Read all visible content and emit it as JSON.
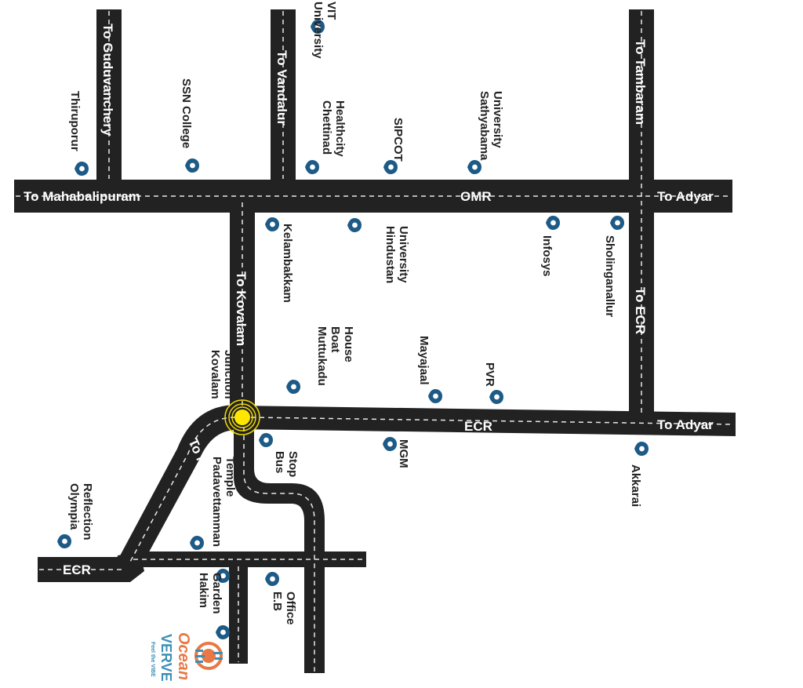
{
  "colors": {
    "road": "#222222",
    "road_dash": "#e8e8e8",
    "road_label": "#ffffff",
    "pin": "#1d5a86",
    "place_label": "#222222",
    "junction": "#ffe600",
    "logo_orange": "#e97844",
    "logo_blue": "#3a8fb7"
  },
  "roads": {
    "guduvanchery": "To Guduvanchery",
    "vandalur": "To Vandalur",
    "tambaram": "To Tambaram",
    "mahabalipuram_omr": "To Mahabalipuram",
    "omr": "OMR",
    "adyar_omr": "To Adyar",
    "kovalam": "To Kovalam",
    "to_ecr": "To ECR",
    "ecr_main": "ECR",
    "adyar_ecr": "To Adyar",
    "mahabalipuram_ecr": "To Mahabalipuram",
    "ecr_south": "ECR"
  },
  "places": {
    "vit": [
      "VIT",
      "University"
    ],
    "thiruporur": [
      "Thiruporur"
    ],
    "ssn": [
      "SSN College"
    ],
    "chettinad": [
      "Chettinad",
      "Healthcity"
    ],
    "sipcot": [
      "SIPCOT"
    ],
    "sathyabama": [
      "Sathyabama",
      "University"
    ],
    "kelambakkam": [
      "Kelambakkam"
    ],
    "hindustan": [
      "Hindustan",
      "University"
    ],
    "infosys": [
      "Infosys"
    ],
    "sholinganallur": [
      "Sholinganallur"
    ],
    "kovalam_junction": [
      "Kovalam",
      "Junction"
    ],
    "muttukadu": [
      "Muttukadu",
      "Boat",
      "House"
    ],
    "mayajaal": [
      "Mayajaal"
    ],
    "pvr": [
      "PVR"
    ],
    "bus_stop": [
      "Bus",
      "Stop"
    ],
    "mgm": [
      "MGM"
    ],
    "akkarai": [
      "Akkarai"
    ],
    "padavettamman": [
      "Padavettamman",
      "Temple"
    ],
    "olympia": [
      "Olympia",
      "Reflection"
    ],
    "hakim": [
      "Hakim",
      "Garden"
    ],
    "eb_office": [
      "E.B",
      "Office"
    ]
  },
  "logo": {
    "line1": "Ocean",
    "line2": "VERVE",
    "tagline": "Feel the VIBE"
  }
}
